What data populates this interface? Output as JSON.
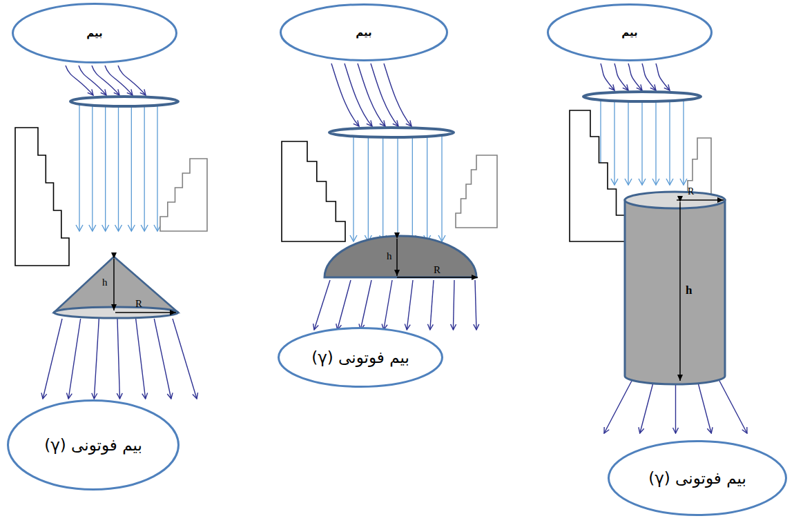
{
  "diagram": {
    "nodes": [
      {
        "text": [
          "بیم"
        ]
      },
      {
        "text": [
          "بیم فوتونی (γ)"
        ]
      },
      {
        "text": [
          "بیم"
        ]
      },
      {
        "text": [
          "بیم فوتونی (γ)"
        ]
      },
      {
        "text": [
          "بیم"
        ]
      },
      {
        "text": [
          "بیم فوتونی (γ)"
        ]
      }
    ],
    "labels": [
      "h",
      "R",
      "h",
      "R",
      "R",
      "h"
    ]
  }
}
